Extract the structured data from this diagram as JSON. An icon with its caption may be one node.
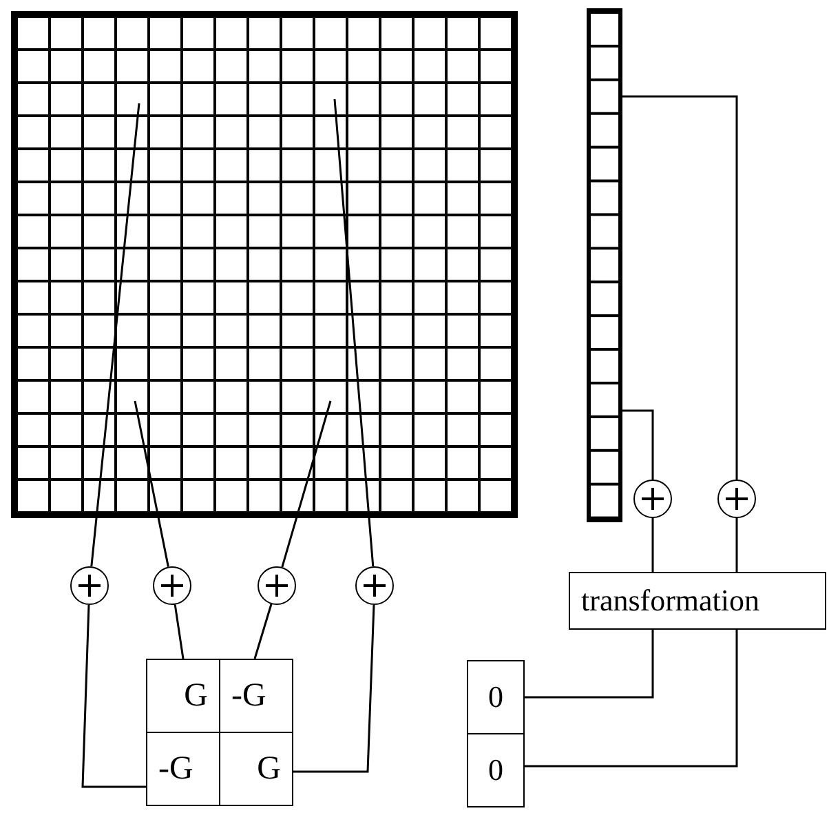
{
  "diagram": {
    "nodes": [
      {
        "text": [],
        "shape": "box"
      },
      {
        "text": [],
        "shape": "bar"
      },
      {
        "text": [],
        "shape": "circle"
      },
      {
        "text": [],
        "shape": "circle"
      },
      {
        "text": [
          "transformation"
        ]
      },
      {
        "text": [],
        "shape": "circle"
      },
      {
        "text": [],
        "shape": "circle"
      },
      {
        "text": [],
        "shape": "circle"
      },
      {
        "text": [],
        "shape": "circle"
      },
      {
        "text": [
          "G"
        ]
      },
      {
        "text": [
          "-G"
        ]
      },
      {
        "text": [
          "-G"
        ]
      },
      {
        "text": [
          "G"
        ]
      },
      {
        "text": [
          "0"
        ]
      },
      {
        "text": [
          "0"
        ]
      }
    ],
    "edges": [
      {
        "from": 0,
        "to": 5,
        "arrow": "none"
      },
      {
        "from": 5,
        "to": 11,
        "arrow": "none"
      },
      {
        "from": 0,
        "to": 6,
        "arrow": "none"
      },
      {
        "from": 6,
        "to": 9,
        "arrow": "none"
      },
      {
        "from": 0,
        "to": 7,
        "arrow": "none"
      },
      {
        "from": 7,
        "to": 10,
        "arrow": "none"
      },
      {
        "from": 0,
        "to": 8,
        "arrow": "none"
      },
      {
        "from": 8,
        "to": 12,
        "arrow": "none"
      },
      {
        "from": 1,
        "to": 2,
        "arrow": "none"
      },
      {
        "from": 2,
        "to": 4,
        "arrow": "none"
      },
      {
        "from": 1,
        "to": 3,
        "arrow": "none"
      },
      {
        "from": 3,
        "to": 4,
        "arrow": "none"
      },
      {
        "from": 4,
        "to": 13,
        "arrow": "none"
      },
      {
        "from": 4,
        "to": 14,
        "arrow": "none"
      }
    ]
  }
}
